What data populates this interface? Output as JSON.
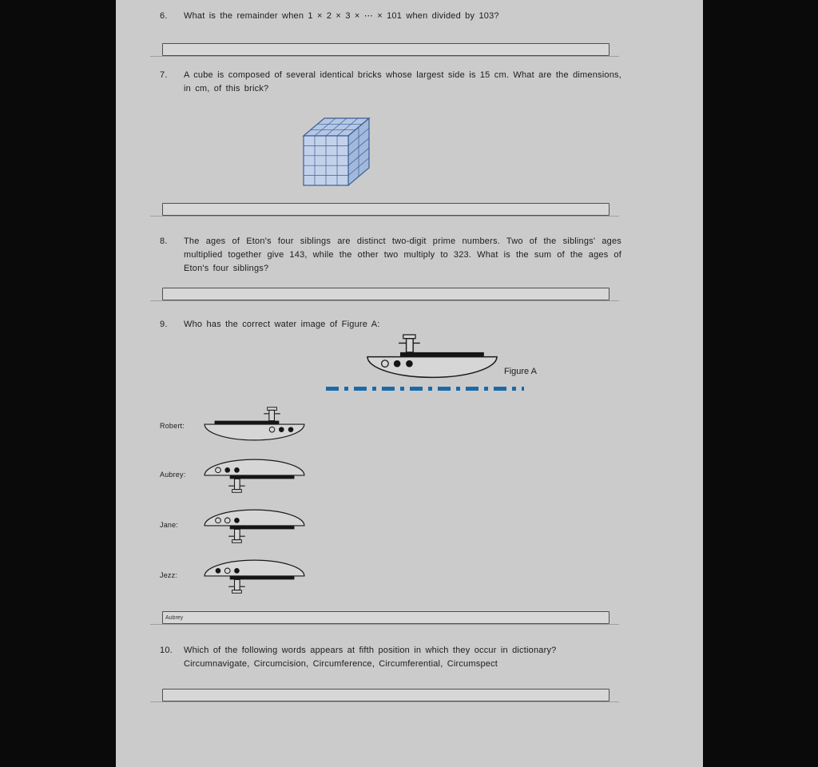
{
  "questions": {
    "q6": {
      "number": "6.",
      "text": "What is the remainder when 1 × 2 × 3 × ⋯ × 101 when divided by 103?",
      "answer": ""
    },
    "q7": {
      "number": "7.",
      "text": "A cube is composed of several identical bricks whose largest side is 15 cm. What are the dimensions, in cm, of this brick?",
      "answer": ""
    },
    "q8": {
      "number": "8.",
      "text": "The ages of Eton's four siblings are distinct two-digit prime numbers. Two of the siblings' ages multiplied together give 143, while the other two multiply to 323. What is the sum of the ages of Eton's four siblings?",
      "answer": ""
    },
    "q9": {
      "number": "9.",
      "text": "Who has the correct water image of Figure A:",
      "figure_label": "Figure A",
      "options": {
        "robert": "Robert:",
        "aubrey": "Aubrey:",
        "jane": "Jane:",
        "jezz": "Jezz:"
      },
      "answer": "Aubrey"
    },
    "q10": {
      "number": "10.",
      "text": "Which of the following words appears at fifth position in which they occur in dictionary?",
      "words": "Circumnavigate, Circumcision, Circumference, Circumferential, Circumspect",
      "answer": ""
    }
  },
  "colors": {
    "water_line": "#1a6aa8",
    "cube_fill": "#b5c7e4",
    "cube_stroke": "#3c5e94"
  }
}
